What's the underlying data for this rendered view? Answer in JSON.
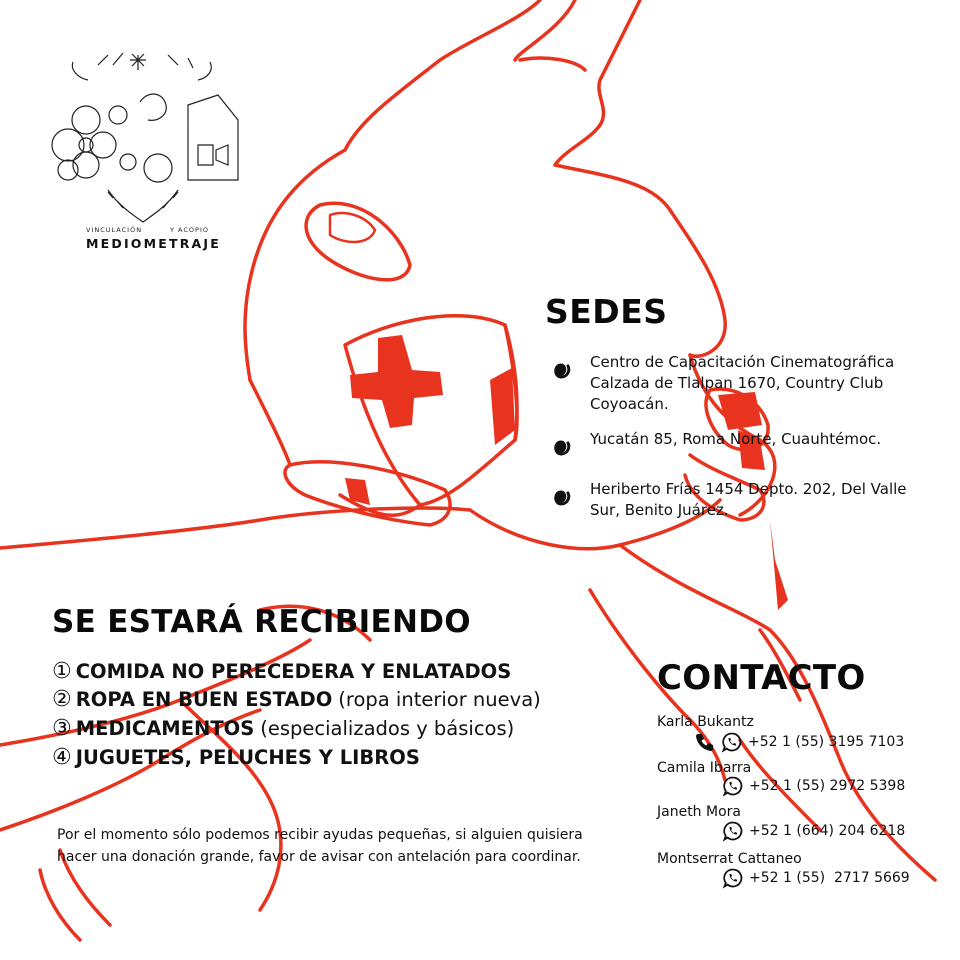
{
  "logo": {
    "subtitle_left": "VINCULACIÓN",
    "subtitle_right": "Y ACOPIO",
    "name": "MEDIOMETRAJE"
  },
  "sedes": {
    "title": "SEDES",
    "items": [
      {
        "lines": [
          "Centro de Capacitación Cinematográfica",
          "Calzada de Tlalpan 1670, Country Club",
          "Coyoacán."
        ]
      },
      {
        "lines": [
          "Yucatán 85, Roma Norte, Cuauhtémoc."
        ]
      },
      {
        "lines": [
          "Heriberto Frías 1454 Depto. 202, Del Valle",
          "Sur, Benito Juárez."
        ]
      }
    ]
  },
  "recibiendo": {
    "title": "SE ESTARÁ RECIBIENDO",
    "items": [
      {
        "num": "①",
        "label": "COMIDA NO PERECEDERA Y ENLATADOS",
        "note": ""
      },
      {
        "num": "②",
        "label": "ROPA EN BUEN ESTADO",
        "note": "(ropa interior nueva)"
      },
      {
        "num": "③",
        "label": "MEDICAMENTOS",
        "note": "(especializados y básicos)"
      },
      {
        "num": "④",
        "label": "JUGUETES, PELUCHES Y LIBROS",
        "note": ""
      }
    ]
  },
  "note": "Por el momento sólo podemos recibir ayudas pequeñas, si alguien quisiera hacer una donación grande, favor de avisar con antelación para coordinar.",
  "contacto": {
    "title": "CONTACTO",
    "people": [
      {
        "name": "Karla Bukantz",
        "phone": "+52 1 (55) 3195 7103",
        "icons": [
          "phone-icon",
          "whatsapp-icon"
        ]
      },
      {
        "name": "Camila Ibarra",
        "phone": "+52 1 (55) 2972 5398",
        "icons": [
          "whatsapp-icon"
        ]
      },
      {
        "name": "Janeth Mora",
        "phone": "+52 1 (664) 204 6218",
        "icons": [
          "whatsapp-icon"
        ]
      },
      {
        "name": "Montserrat Cattaneo",
        "phone": "+52 1 (55)  2717 5669",
        "icons": [
          "whatsapp-icon"
        ]
      }
    ]
  },
  "colors": {
    "accent": "#e8331f",
    "text": "#111111",
    "background": "#ffffff"
  }
}
